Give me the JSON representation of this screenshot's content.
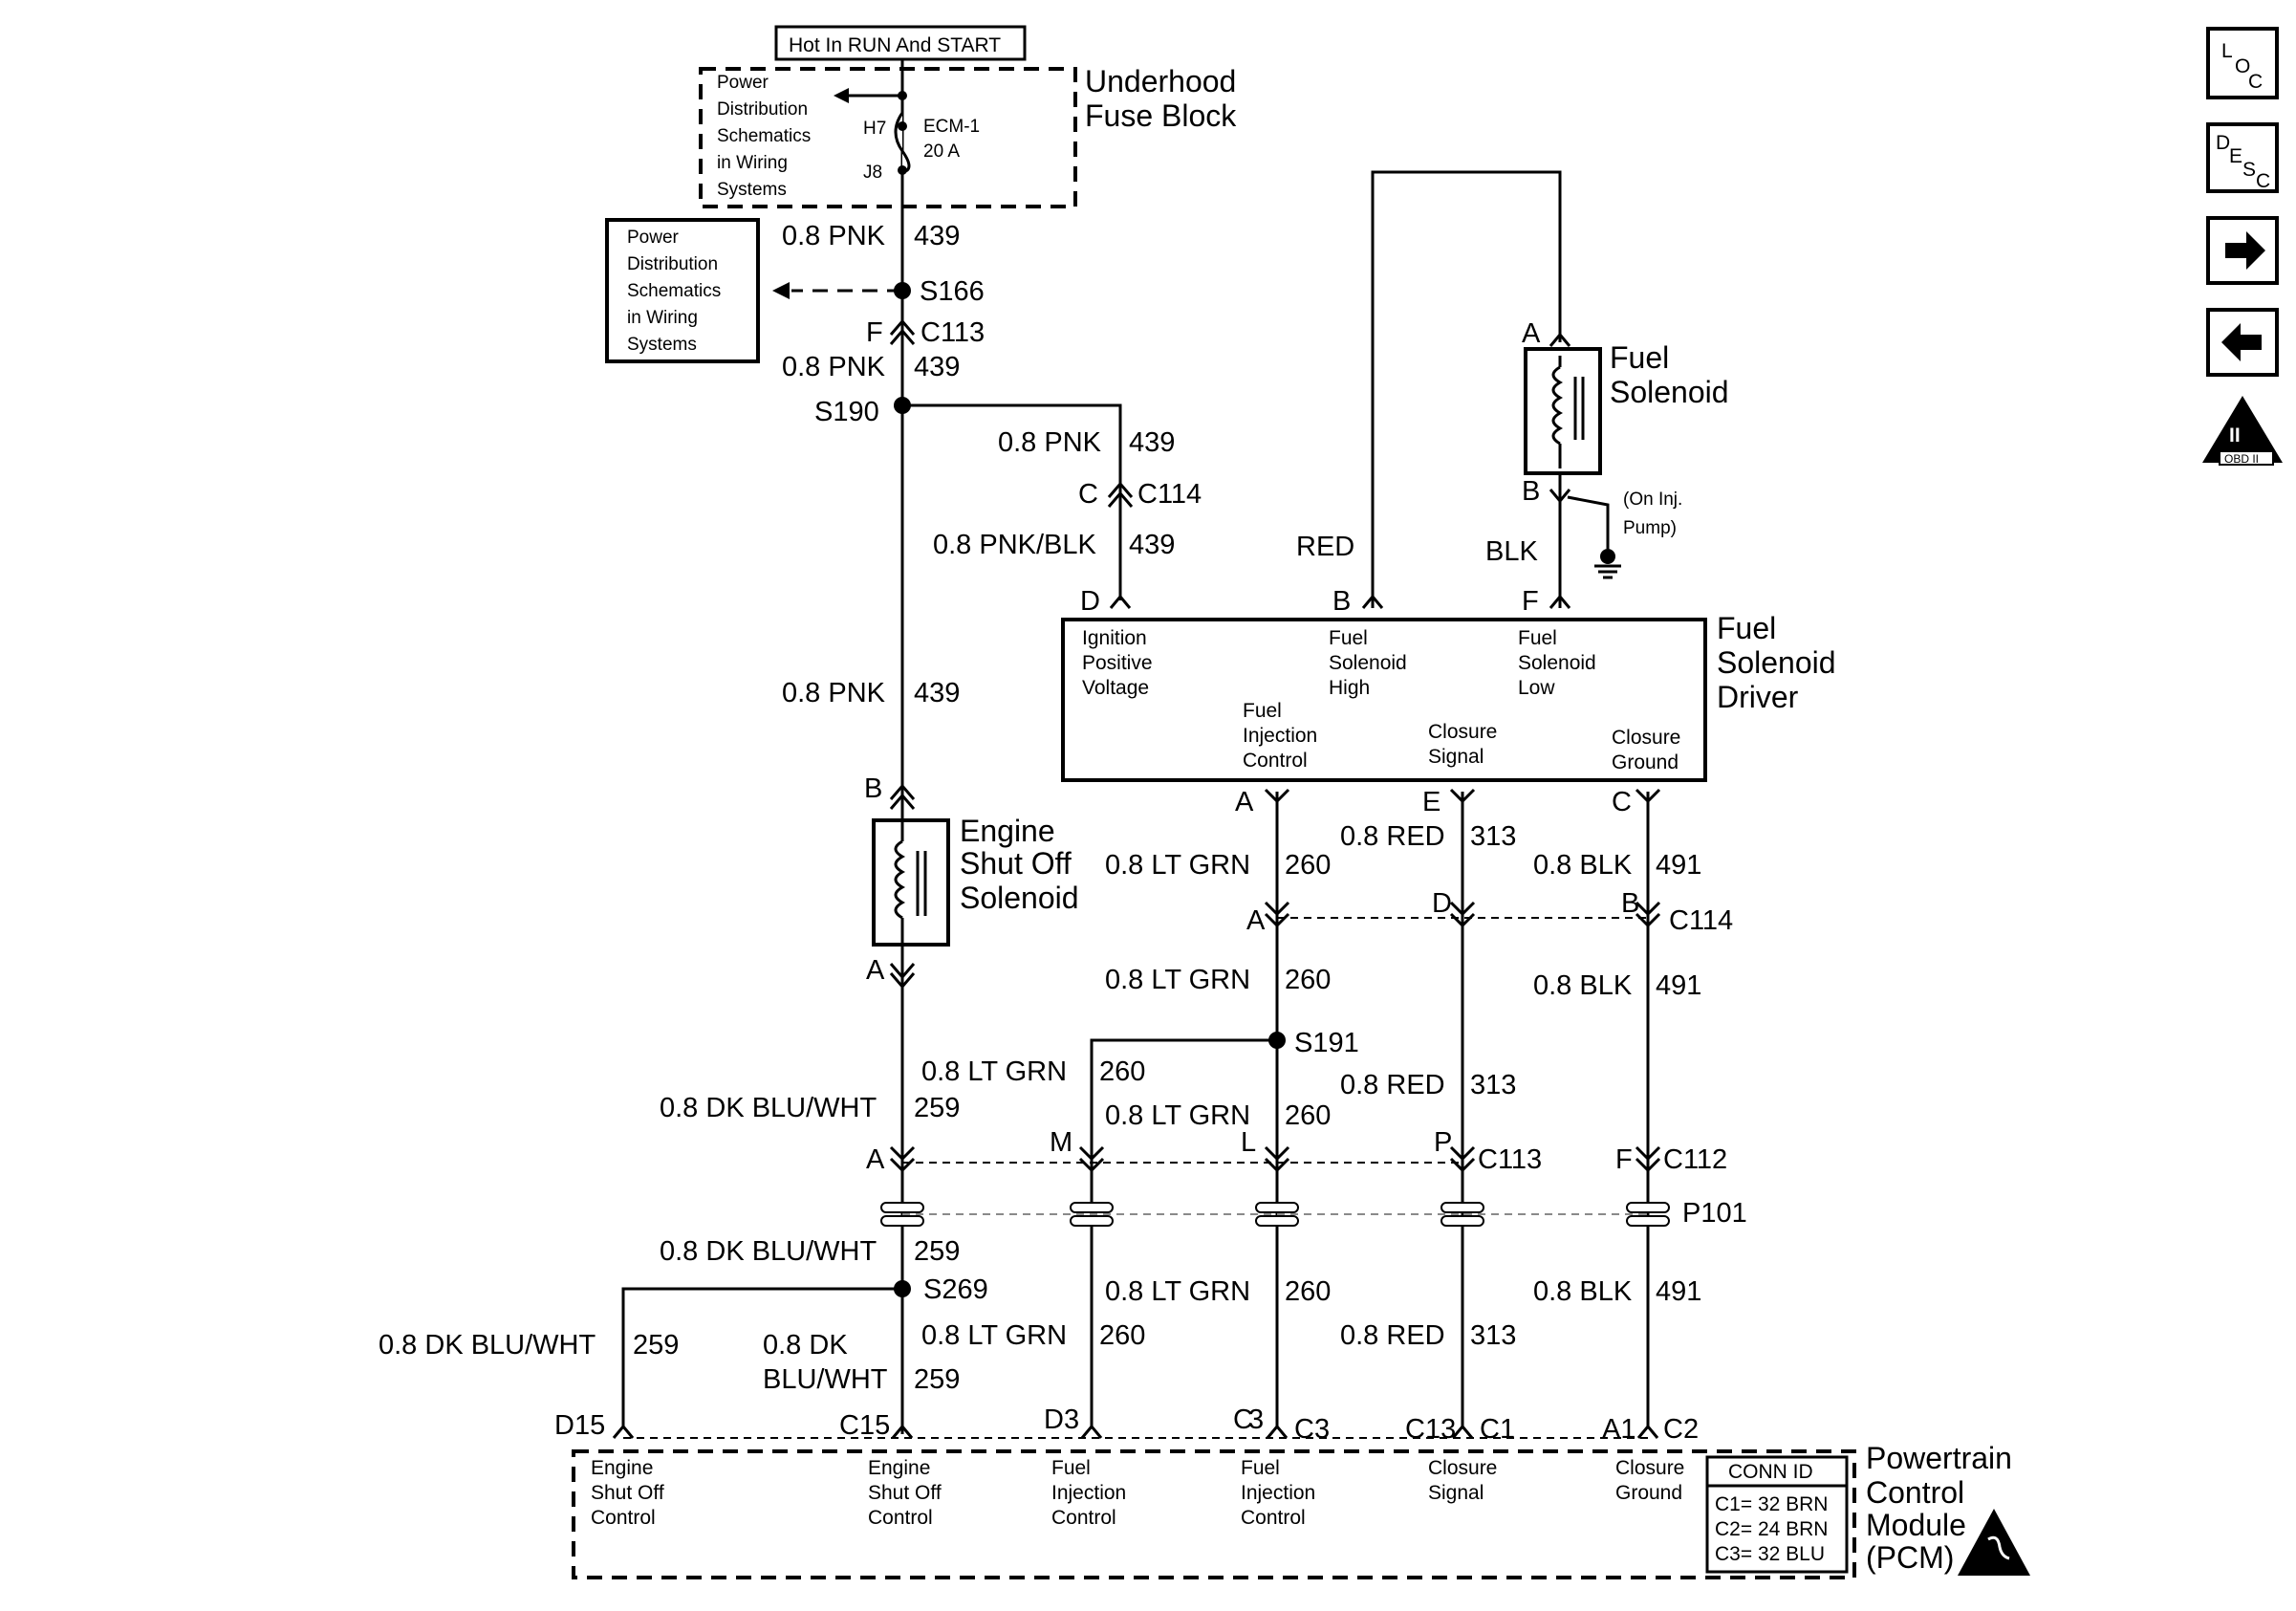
{
  "header": {
    "hot_label": "Hot In RUN And START",
    "fuse_block_line1": "Underhood",
    "fuse_block_line2": "Fuse Block",
    "ref_lines": [
      "Power",
      "Distribution",
      "Schematics",
      "in Wiring",
      "Systems"
    ],
    "fuse_term_top": "H7",
    "fuse_term_bottom": "J8",
    "fuse_name": "ECM-1",
    "fuse_rating": "20 A"
  },
  "splices": {
    "s166": "S166",
    "s190": "S190",
    "s191": "S191",
    "s269": "S269"
  },
  "connectors": {
    "c113": "C113",
    "c114": "C114",
    "c112": "C112",
    "p101": "P101",
    "c3": "C3",
    "c1": "C1",
    "c2": "C2"
  },
  "pins": {
    "F": "F",
    "C": "C",
    "D": "D",
    "B": "B",
    "A": "A",
    "E": "E",
    "M": "M",
    "L": "L",
    "P": "P",
    "D15": "D15",
    "C15": "C15",
    "D3": "D3",
    "C13": "C13",
    "A1": "A1"
  },
  "wires": {
    "pnk": "0.8 PNK",
    "pnk_blk": "0.8 PNK/BLK",
    "dkbluwht": "0.8 DK BLU/WHT",
    "dk": "0.8 DK",
    "bluwht": "BLU/WHT",
    "ltgrn": "0.8 LT GRN",
    "red": "0.8 RED",
    "blk": "0.8 BLK",
    "red_plain": "RED",
    "blk_plain": "BLK",
    "c439": "439",
    "c259": "259",
    "c260": "260",
    "c313": "313",
    "c491": "491"
  },
  "components": {
    "fuel_solenoid": [
      "Fuel",
      "Solenoid"
    ],
    "on_inj_pump": [
      "(On Inj.",
      "Pump)"
    ],
    "engine_shut_off": [
      "Engine",
      "Shut Off",
      "Solenoid"
    ],
    "driver_title": [
      "Fuel",
      "Solenoid",
      "Driver"
    ],
    "driver_ignition": [
      "Ignition",
      "Positive",
      "Voltage"
    ],
    "driver_high": [
      "Fuel",
      "Solenoid",
      "High"
    ],
    "driver_low": [
      "Fuel",
      "Solenoid",
      "Low"
    ],
    "driver_inj": [
      "Fuel",
      "Injection",
      "Control"
    ],
    "driver_closure_signal": [
      "Closure",
      "Signal"
    ],
    "driver_closure_ground": [
      "Closure",
      "Ground"
    ]
  },
  "pcm": {
    "title": [
      "Powertrain",
      "Control",
      "Module",
      "(PCM)"
    ],
    "shutoff_control": [
      "Engine",
      "Shut Off",
      "Control"
    ],
    "injection_control": [
      "Fuel",
      "Injection",
      "Control"
    ],
    "closure_signal": [
      "Closure",
      "Signal"
    ],
    "closure_ground": [
      "Closure",
      "Ground"
    ],
    "conn_id_title": "CONN ID",
    "conn_id_rows": [
      "C1= 32 BRN",
      "C2= 24 BRN",
      "C3= 32 BLU"
    ]
  },
  "nav": {
    "loc": [
      "L",
      "O",
      "C"
    ],
    "desc": [
      "D",
      "E",
      "S",
      "C"
    ],
    "obd_numeral": "II",
    "obd_label": "OBD II"
  }
}
